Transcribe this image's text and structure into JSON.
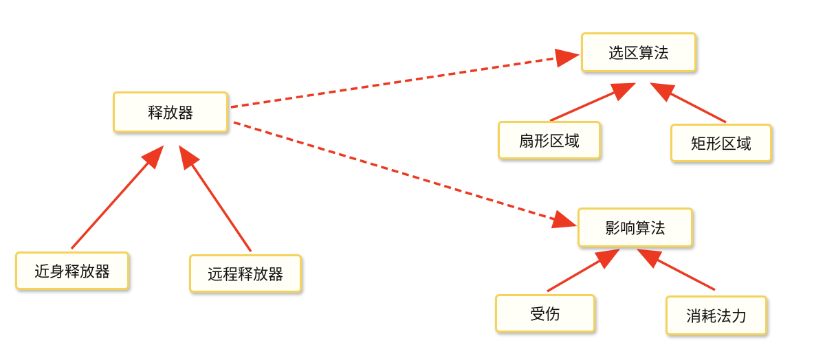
{
  "colors": {
    "arrow": "#ec3a22",
    "node_border": "#f3d35a",
    "node_fill": "#fffff7"
  },
  "nodes": {
    "releaser": "释放器",
    "melee_releaser": "近身释放器",
    "ranged_releaser": "远程释放器",
    "selection_algorithm": "选区算法",
    "sector_area": "扇形区域",
    "rectangle_area": "矩形区域",
    "impact_algorithm": "影响算法",
    "take_damage": "受伤",
    "consume_mana": "消耗法力"
  },
  "edges": [
    {
      "from": "melee_releaser",
      "to": "releaser",
      "style": "solid"
    },
    {
      "from": "ranged_releaser",
      "to": "releaser",
      "style": "solid"
    },
    {
      "from": "releaser",
      "to": "selection_algorithm",
      "style": "dashed"
    },
    {
      "from": "releaser",
      "to": "impact_algorithm",
      "style": "dashed"
    },
    {
      "from": "sector_area",
      "to": "selection_algorithm",
      "style": "solid"
    },
    {
      "from": "rectangle_area",
      "to": "selection_algorithm",
      "style": "solid"
    },
    {
      "from": "take_damage",
      "to": "impact_algorithm",
      "style": "solid"
    },
    {
      "from": "consume_mana",
      "to": "impact_algorithm",
      "style": "solid"
    }
  ]
}
